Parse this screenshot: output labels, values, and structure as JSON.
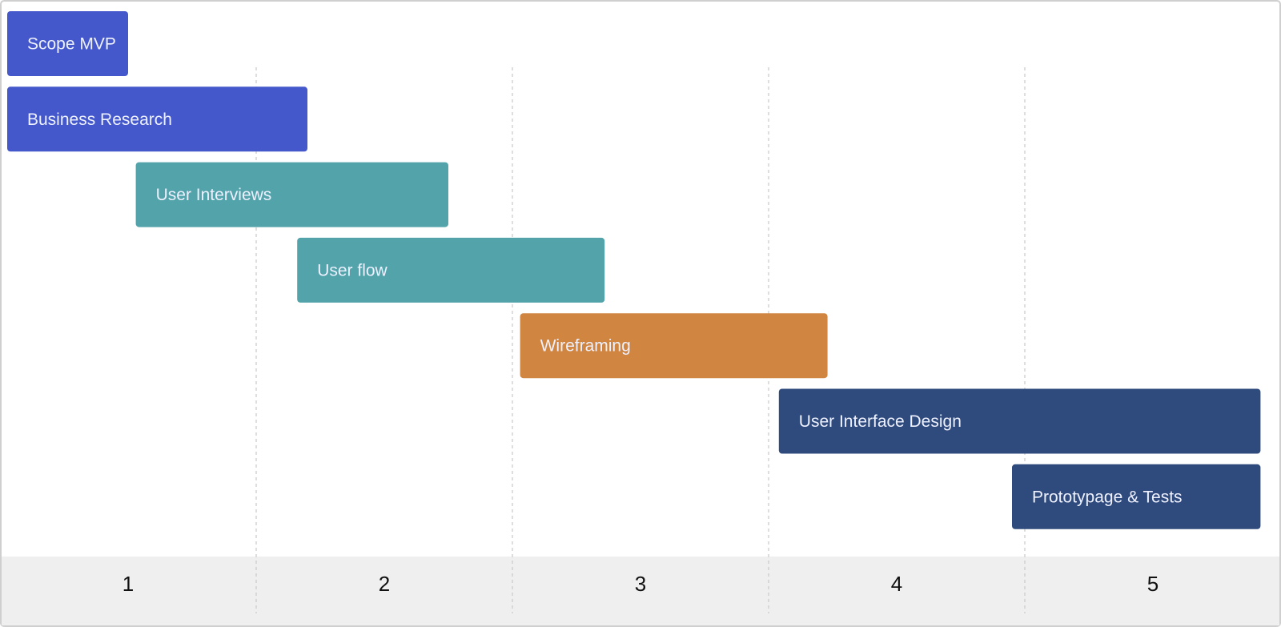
{
  "chart_data": {
    "type": "gantt",
    "x_axis": {
      "tick_labels": [
        "1",
        "2",
        "3",
        "4",
        "5"
      ],
      "range": [
        0.5,
        5.5
      ]
    },
    "grid": true,
    "tasks": [
      {
        "label": "Scope MVP",
        "start": 0.5,
        "end": 1.0,
        "color": "#4458cc"
      },
      {
        "label": "Business Research",
        "start": 0.5,
        "end": 1.7,
        "color": "#4458cc"
      },
      {
        "label": "User Interviews",
        "start": 1.03,
        "end": 2.25,
        "color": "#52a3aa"
      },
      {
        "label": "User flow",
        "start": 1.66,
        "end": 2.86,
        "color": "#52a3aa"
      },
      {
        "label": "Wireframing",
        "start": 2.53,
        "end": 3.73,
        "color": "#d08540"
      },
      {
        "label": "User Interface Design",
        "start": 3.54,
        "end": 5.42,
        "color": "#2f4a7c"
      },
      {
        "label": "Prototypage & Tests",
        "start": 4.45,
        "end": 5.42,
        "color": "#2f4a7c"
      }
    ]
  },
  "colors": {
    "axis_band": "#efefef",
    "gridline": "#c8c8c8",
    "frame": "#cfcfcf"
  }
}
